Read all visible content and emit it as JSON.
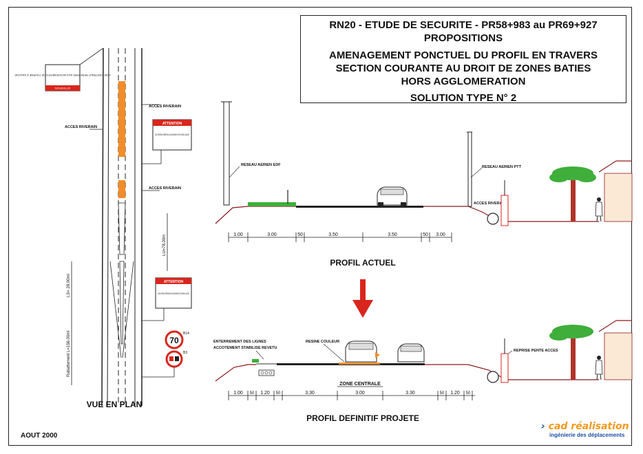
{
  "title": {
    "line1": "RN20 - ETUDE DE SECURITE - PR58+983 au PR69+927",
    "line2": "PROPOSITIONS",
    "line3": "AMENAGEMENT PONCTUEL DU PROFIL EN TRAVERS",
    "line4": "SECTION COURANTE AU DROIT DE ZONES BATIES",
    "line5": "HORS AGGLOMERATION",
    "line6": "SOLUTION TYPE N° 2"
  },
  "plan": {
    "label": "VUE EN PLAN",
    "acces_riverain_1": "ACCES RIVERAIN",
    "acces_riverain_2": "ACCES RIVERAIN",
    "acces_riverain_3": "ACCES RIVERAIN",
    "dim_lu": "LU=78.00m",
    "dim_ls": "LS= 28.00ml",
    "dim_rab": "Rabattement L=156.00ml",
    "sign_top_text": "VOIE CENTRALE RESERVEE AUX MOUVEMENTS DE TOURNE A GAUCHE",
    "sign_top_header": "ATTENTION",
    "sign1_header": "ATTENTION",
    "sign1_text": "VOIE CENTRALE RESERVEE AUX MOUVEMENTS DE TOURNE A GAUCHE",
    "sign2_header": "ATTENTION",
    "sign2_text": "VOIE CENTRALE RESERVEE AUX MOUVEMENTS DE TOURNE A GAUCHE",
    "speed_limit": "70",
    "speed_code": "B14",
    "overtake_code": "B3"
  },
  "profil_actuel": {
    "label": "PROFIL ACTUEL",
    "reseau_edf": "RESEAU AERIEN EDF",
    "reseau_ptt": "RESEAU AERIEN PTT",
    "acces_riverain": "ACCES RIVERAIN",
    "dims": [
      "1.00",
      "3.00",
      "50",
      "3.50",
      "3.50",
      "50",
      "3.00"
    ]
  },
  "profil_projete": {
    "label": "PROFIL DEFINITIF PROJETE",
    "enterrement": "ENTERREMENT DES LIGNES",
    "accotement": "ACCOTEMENT STABILISE REVETU",
    "resine": "RESINE COULEUR",
    "zone_centrale": "ZONE CENTRALE",
    "reprise": "REPRISE PENTE ACCES",
    "dims": [
      "1.00",
      "50",
      "1.20",
      "50",
      "3.30",
      "3.00",
      "3.30",
      "50",
      "1.20",
      "50"
    ]
  },
  "footer": {
    "date": "AOUT 2000",
    "brand_name": "cad réalisation",
    "brand_tagline": "ingénierie des déplacements"
  },
  "colors": {
    "orange": "#f28c28",
    "red": "#d9261c",
    "green": "#3fae3a",
    "dark_red": "#8b1a1a"
  }
}
